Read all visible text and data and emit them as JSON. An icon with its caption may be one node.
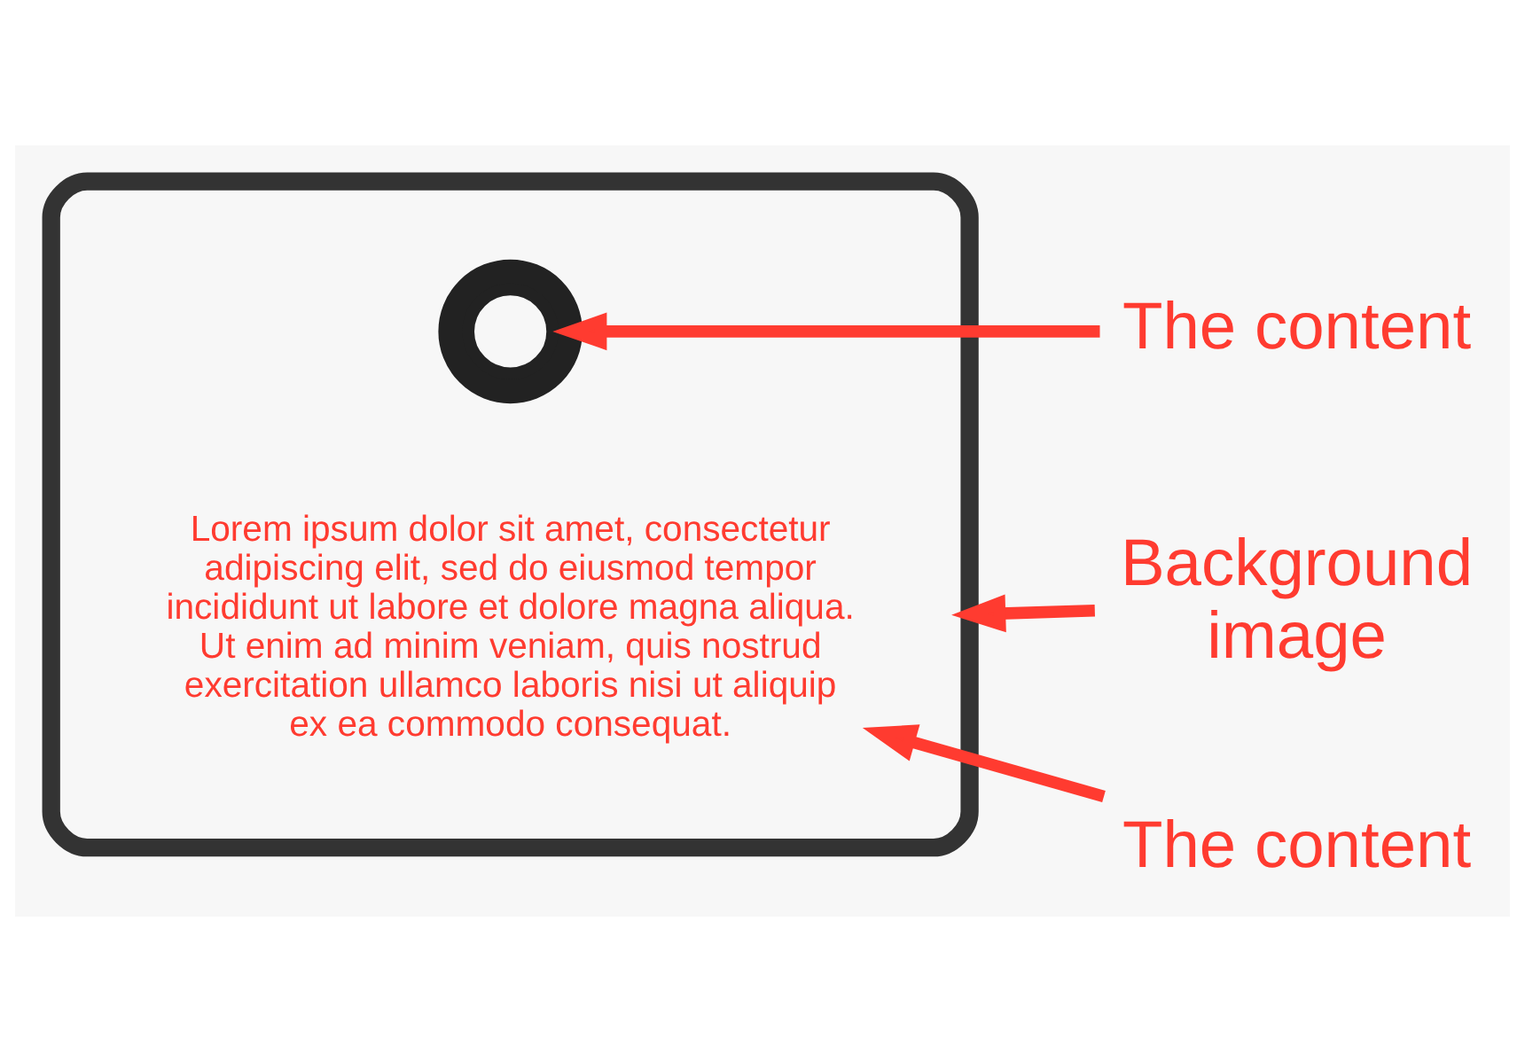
{
  "diagram": {
    "nodes": [
      {
        "text": [],
        "shape": "hexagon"
      },
      {
        "text": [],
        "shape": "circle",
        "in": 0
      },
      {
        "text": [
          "Lorem ipsum dolor sit amet, consectetur adipiscing elit, sed do eiusmod tempor incididunt ut labore et dolore magna aliqua. Ut enim ad minim veniam, quis nostrud exercitation ullamco laboris nisi ut aliquip ex ea commodo consequat."
        ],
        "in": 0
      },
      {
        "text": [
          "The content"
        ]
      },
      {
        "text": [
          "Background image"
        ]
      },
      {
        "text": [
          "The content"
        ]
      }
    ],
    "edges": [
      {
        "from": 3,
        "to": 1,
        "arrow": "to"
      },
      {
        "from": 4,
        "to": 0,
        "arrow": "to"
      },
      {
        "from": 5,
        "to": 2,
        "arrow": "to"
      }
    ]
  }
}
